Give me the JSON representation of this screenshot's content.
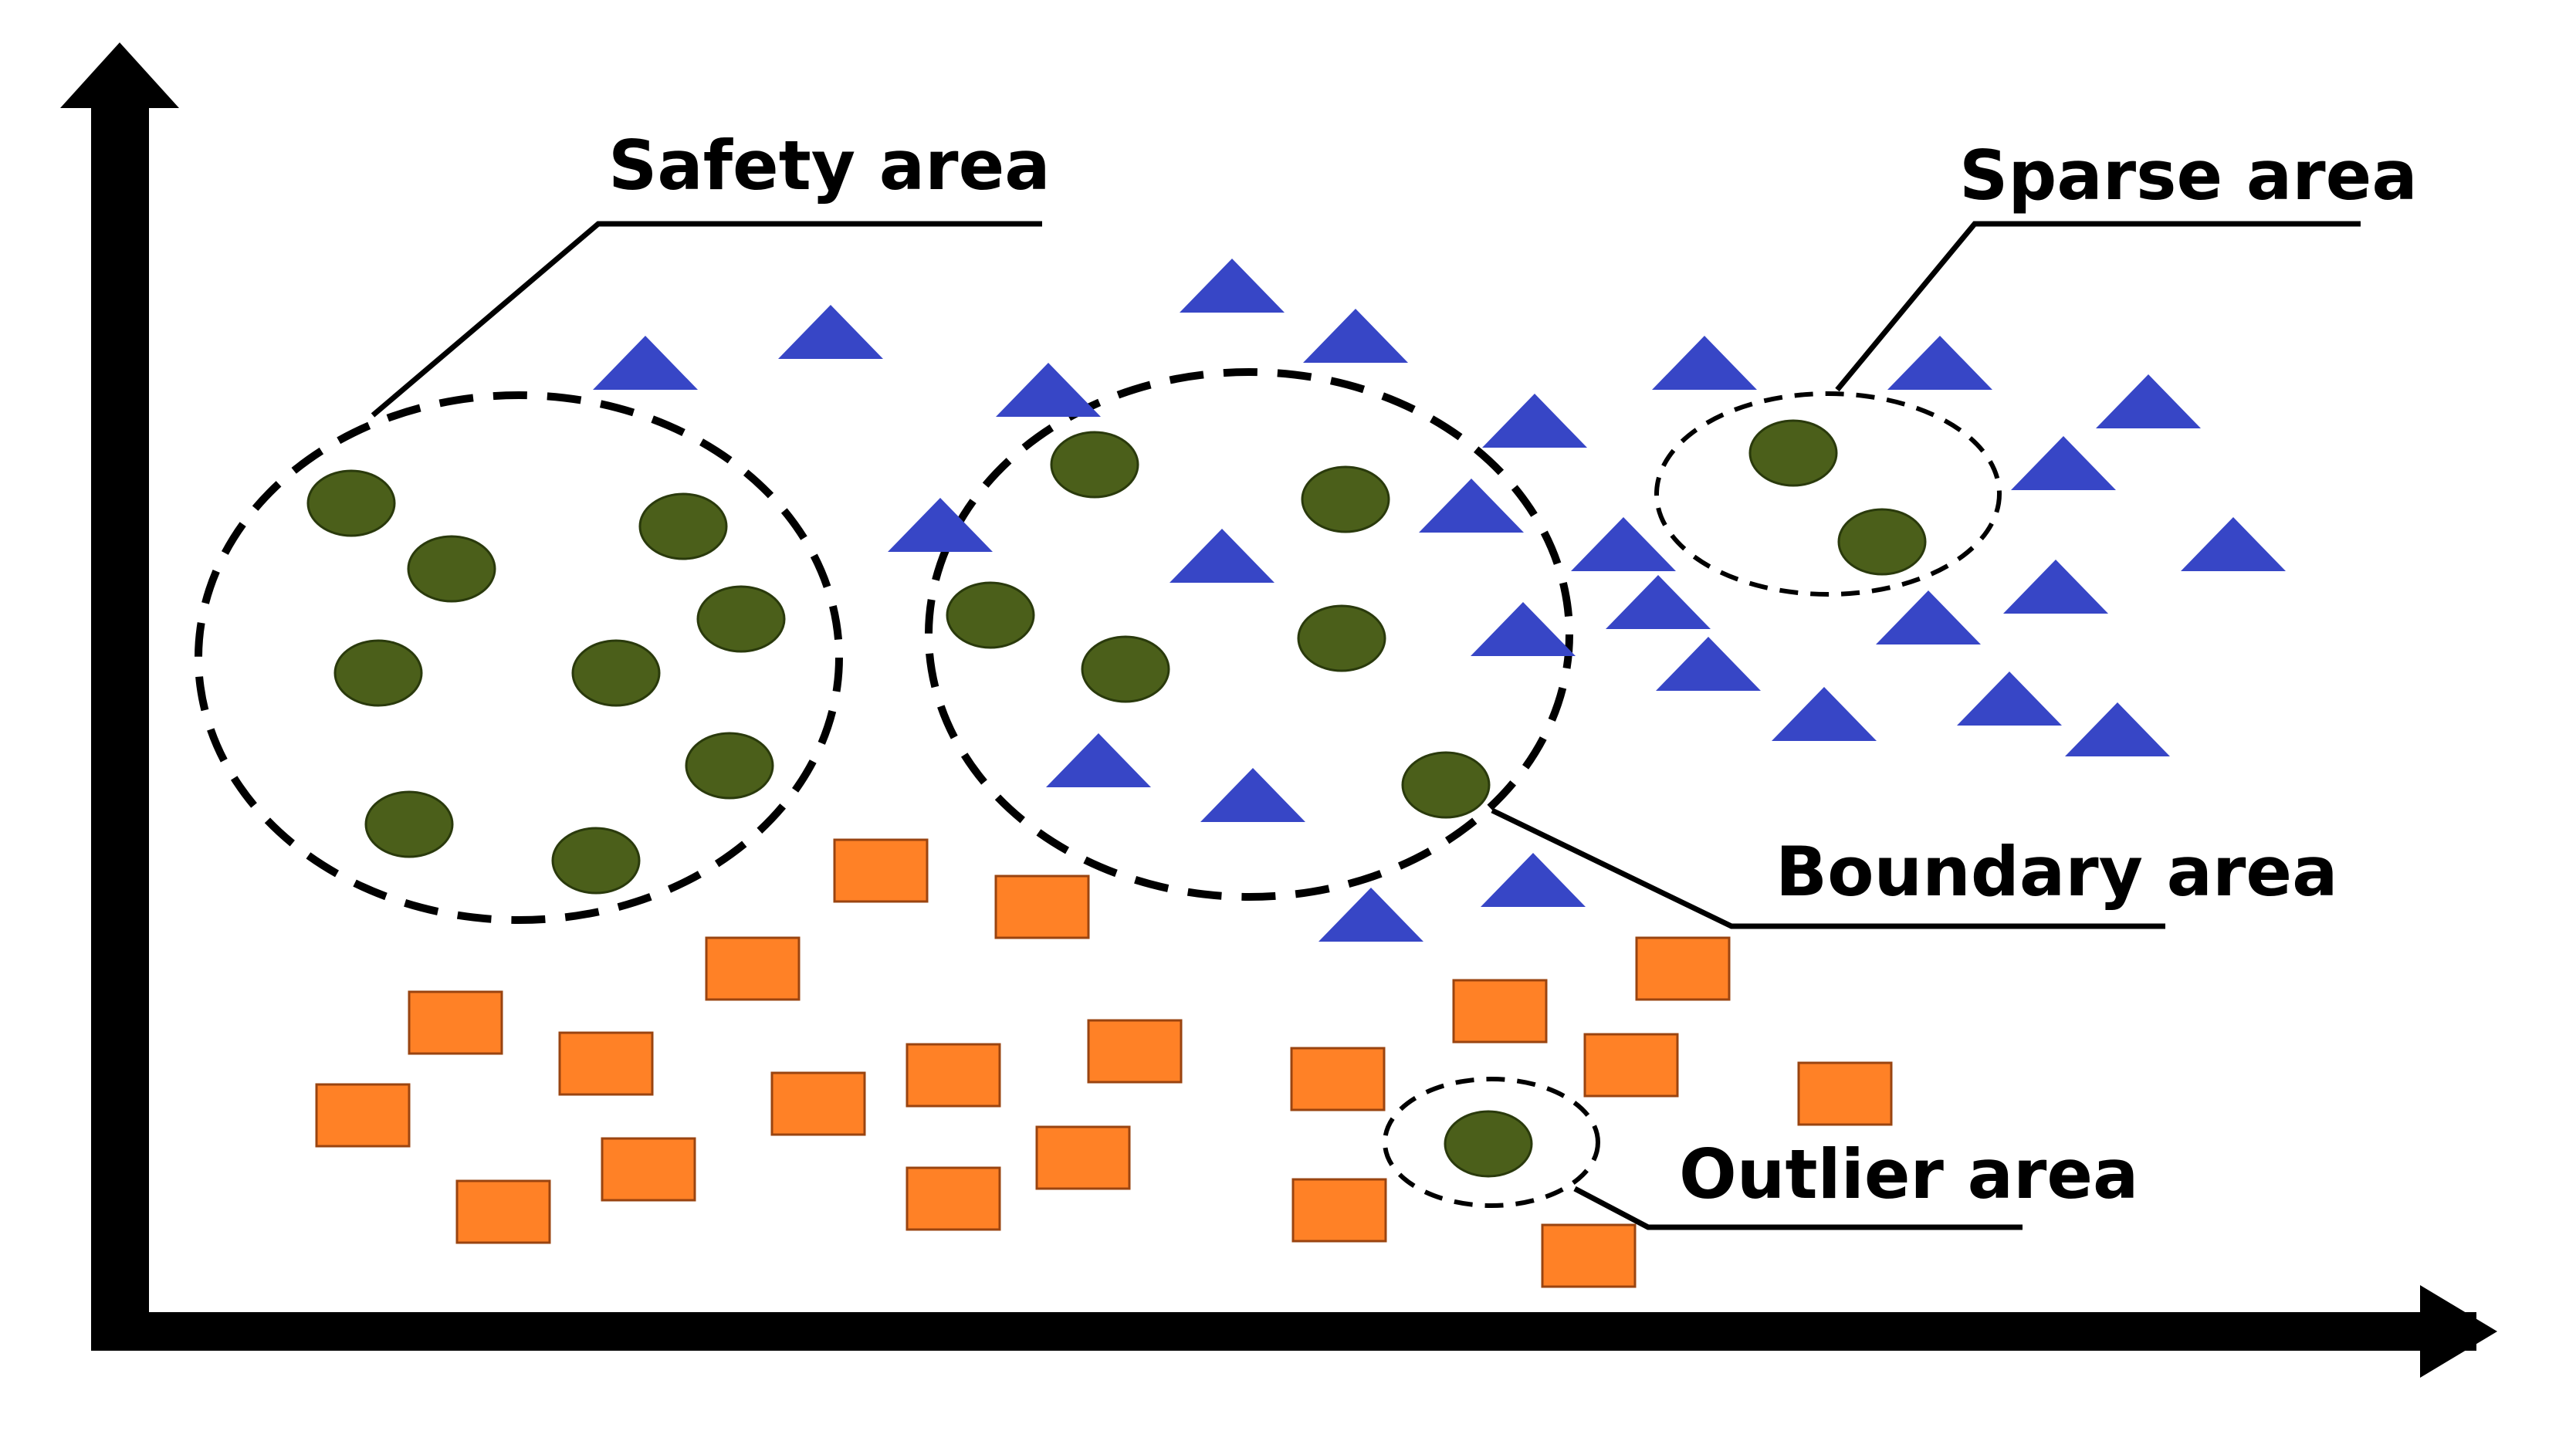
{
  "annotations": {
    "safety": "Safety area",
    "sparse": "Sparse area",
    "boundary": "Boundary area",
    "outlier": "Outlier area"
  },
  "colors": {
    "minority_circle": "#4b5f1a",
    "majority_triangle": "#3746c6",
    "square": "#ff8126",
    "axis": "#000000"
  }
}
